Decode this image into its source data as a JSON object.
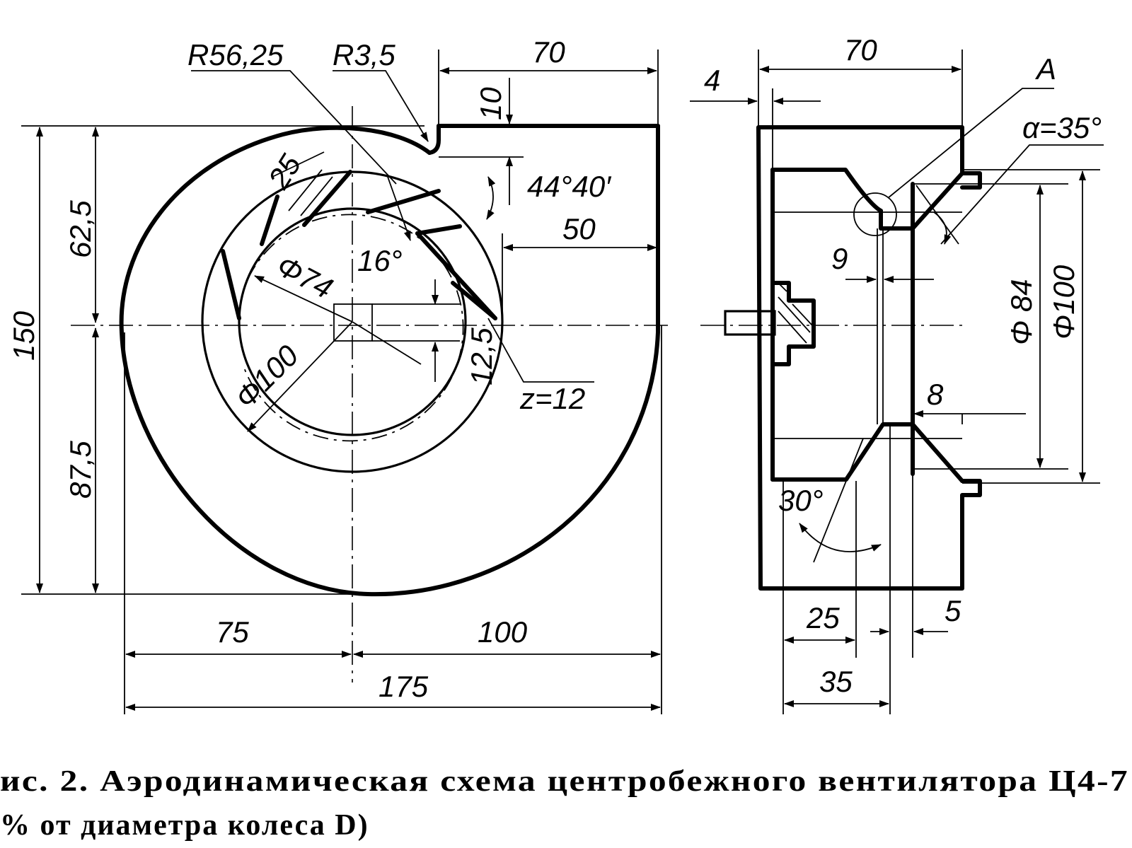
{
  "front_view": {
    "dims": {
      "r_volute": "R56,25",
      "r_tongue": "R3,5",
      "outlet_width": "70",
      "tongue_offset": "10",
      "blade_len": "25",
      "angle_outlet": "44°40′",
      "side_50": "50",
      "angle_16": "16°",
      "phi_74": "Φ74",
      "phi_100": "Φ100",
      "offset_12_5": "12,5",
      "blades": "z=12",
      "upper_62_5": "62,5",
      "total_150": "150",
      "lower_87_5": "87,5",
      "bottom_75": "75",
      "bottom_100": "100",
      "bottom_175": "175"
    }
  },
  "side_view": {
    "dims": {
      "top_70": "70",
      "wall_4": "4",
      "detail_a": "A",
      "alpha": "α=35°",
      "gap_9": "9",
      "phi_84": "Φ 84",
      "phi_100": "Φ100",
      "gap_8": "8",
      "angle_30": "30°",
      "bottom_25": "25",
      "bottom_5": "5",
      "bottom_35": "35"
    }
  },
  "caption": {
    "line1": "ис. 2. Аэродинамическая схема центробежного вентилятора Ц4-7",
    "line2": "% от диаметра колеса D)"
  }
}
